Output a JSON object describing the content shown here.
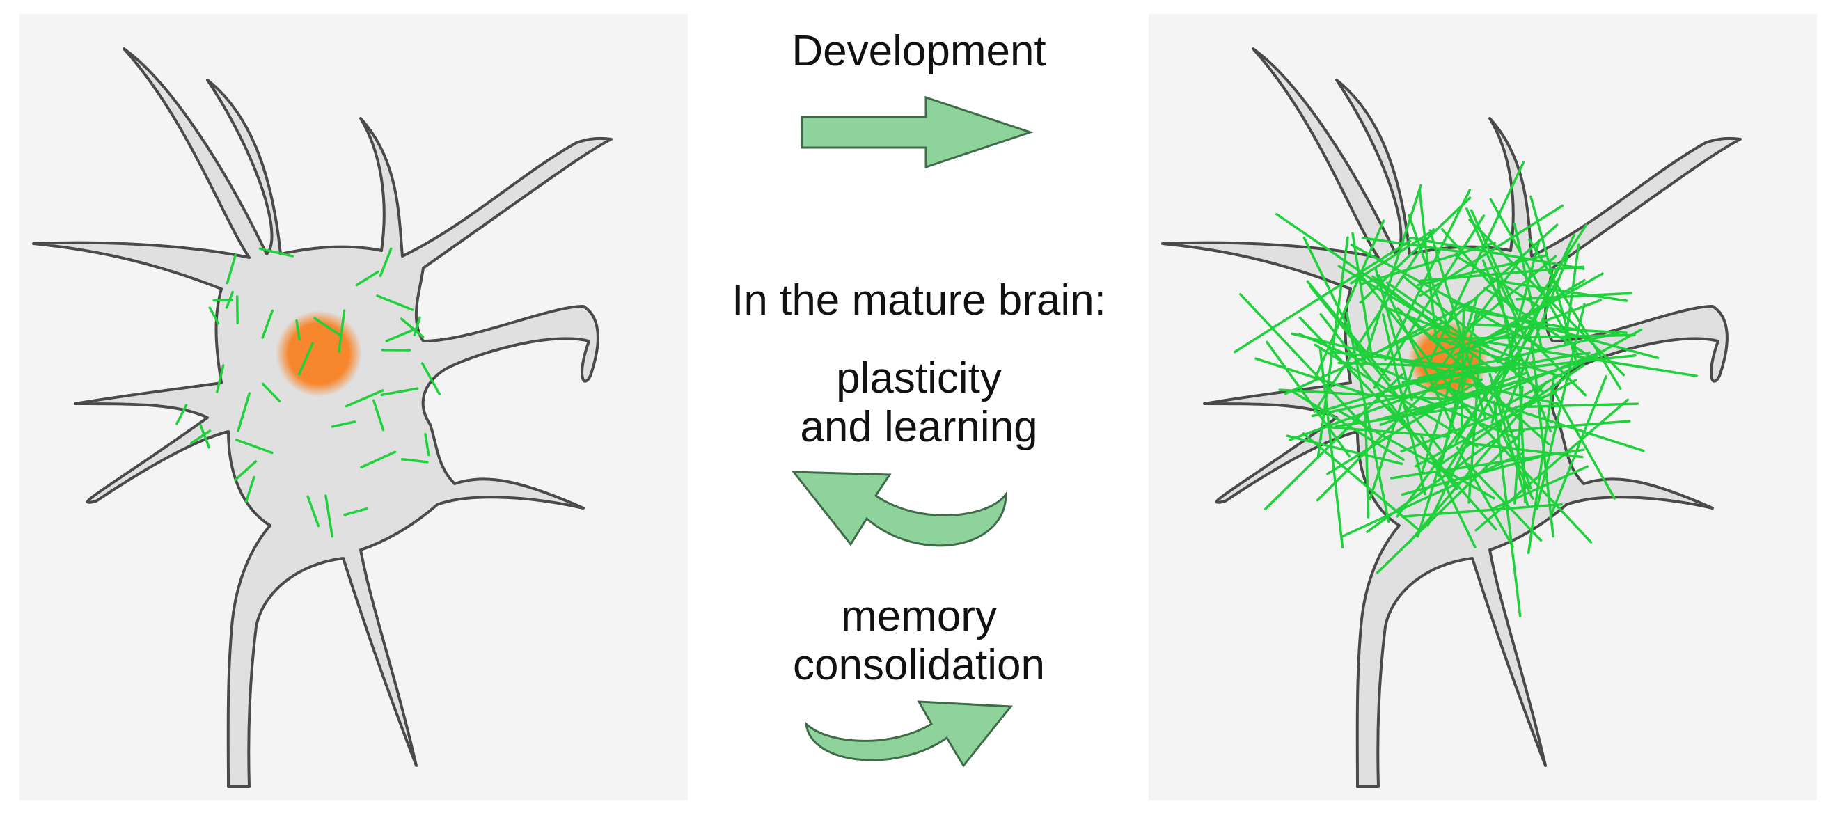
{
  "labels": {
    "development": "Development",
    "mature_brain": "In the mature brain:",
    "plasticity_line1": "plasticity",
    "plasticity_line2": "and learning",
    "memory_line1": "memory",
    "memory_line2": "consolidation"
  },
  "colors": {
    "panel_background": "#f4f4f4",
    "neuron_fill": "#e0e0e0",
    "neuron_outline": "#4a4a4a",
    "nucleus": "#f7862c",
    "filament": "#1fd13a",
    "arrow_fill": "#8fd39c",
    "arrow_outline": "#3f6b48"
  },
  "neurons": [
    {
      "name": "developing-neuron",
      "filament_density": "sparse"
    },
    {
      "name": "mature-neuron",
      "filament_density": "dense"
    }
  ]
}
